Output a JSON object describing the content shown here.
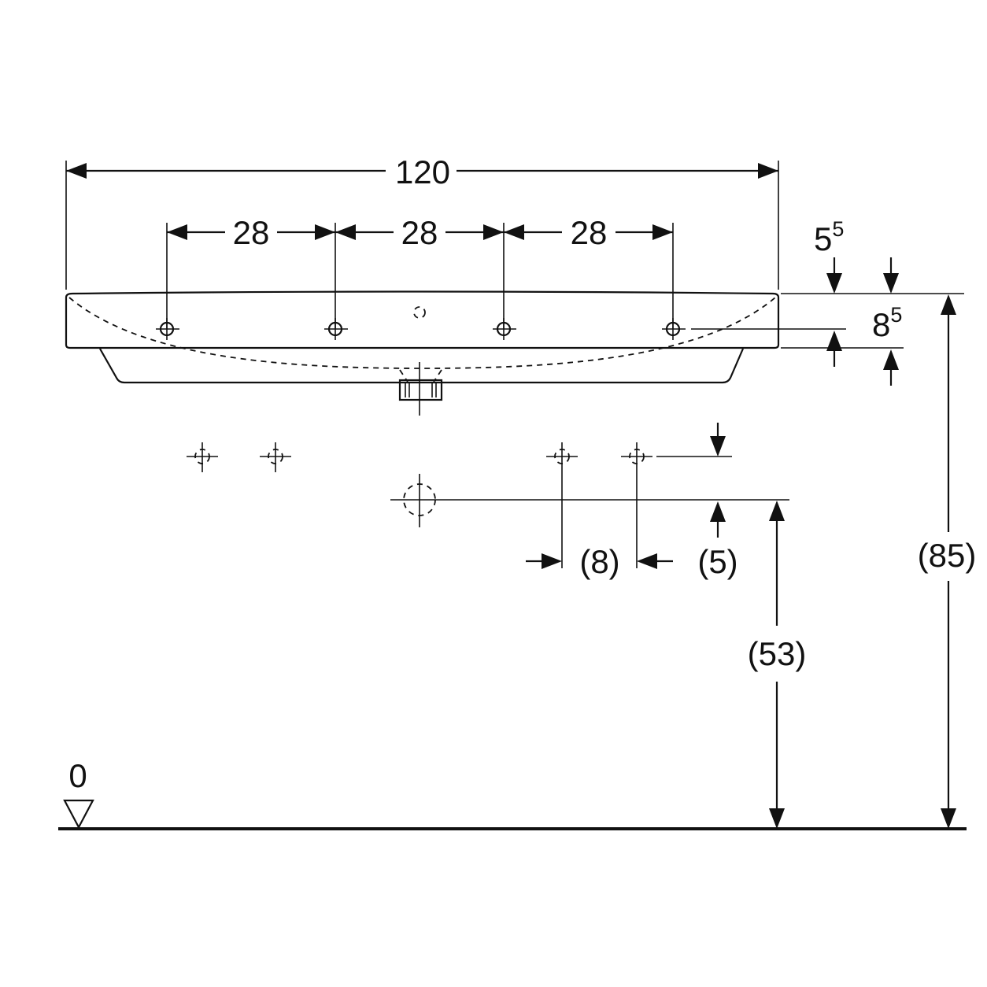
{
  "drawing": {
    "overall_width": "120",
    "tap_spacing": [
      "28",
      "28",
      "28"
    ],
    "rim_offset": {
      "base": "5",
      "sup": "5"
    },
    "rim_thickness": {
      "base": "8",
      "sup": "5"
    },
    "height_total": "(85)",
    "height_waste": "(53)",
    "waste_spacing": "(8)",
    "waste_offset": "(5)",
    "floor_level": "0"
  }
}
